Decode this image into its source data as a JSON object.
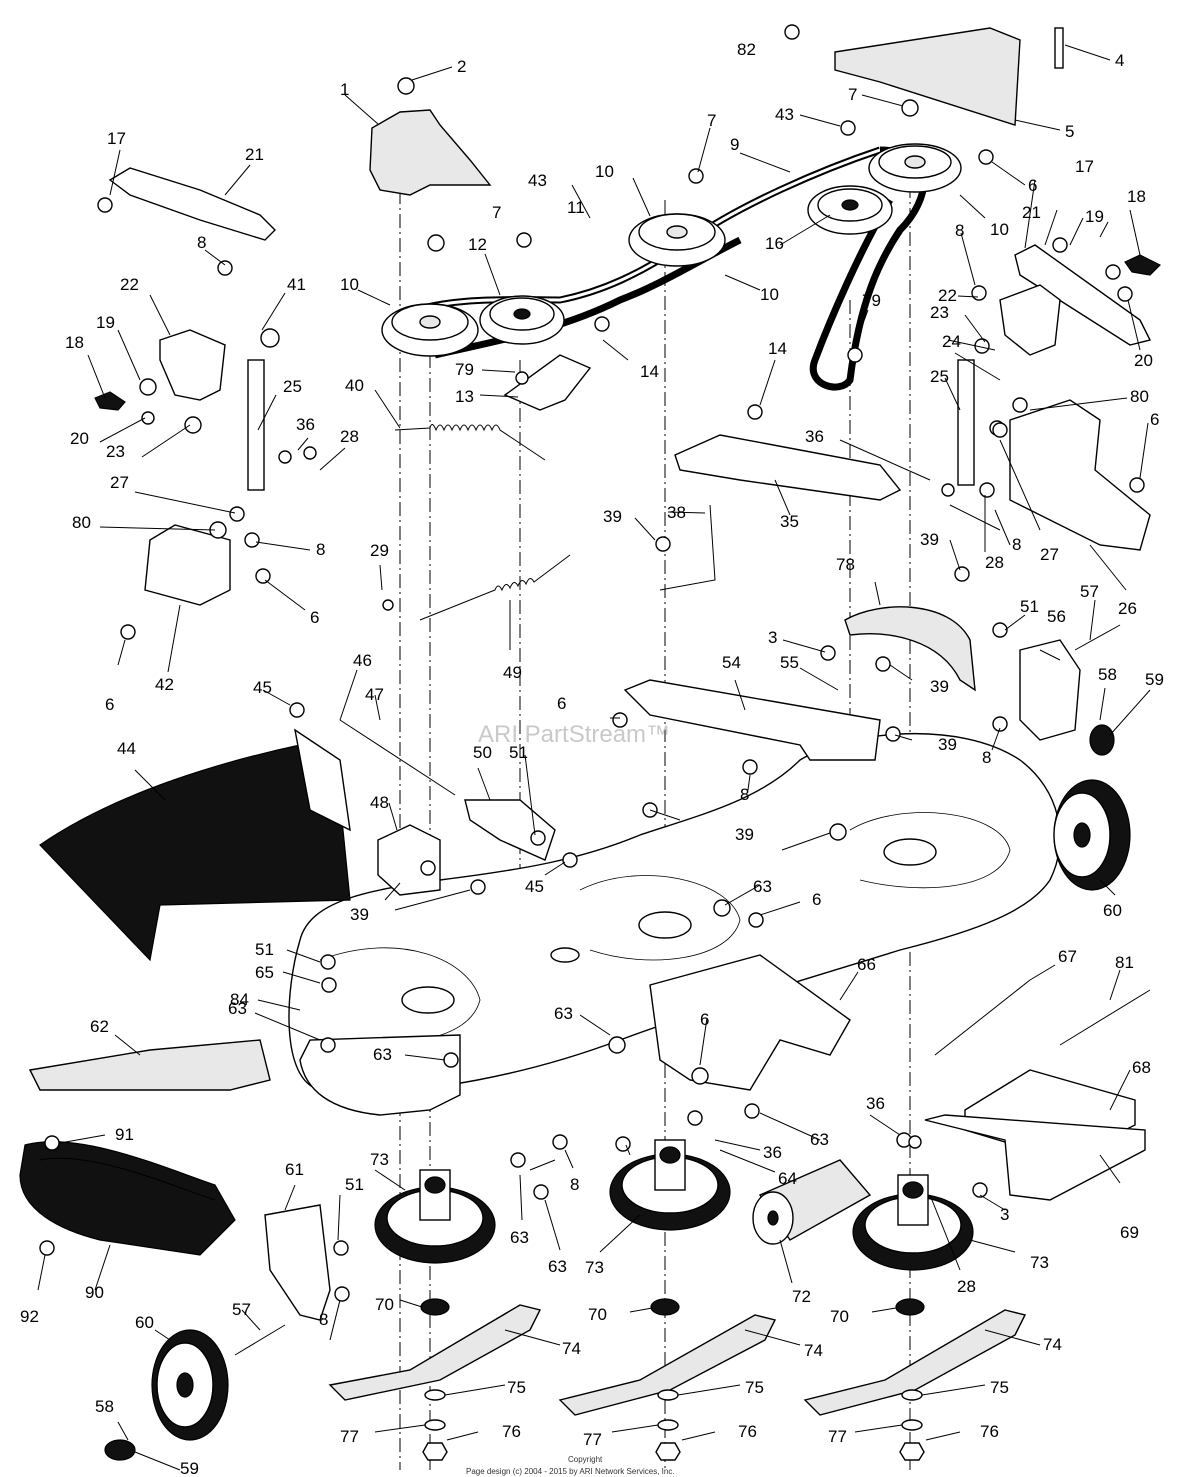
{
  "watermark": "ARI PartStream™",
  "copyright_top": "Copyright",
  "copyright": "Page design (c) 2004 - 2015 by ARI Network Services, Inc.",
  "callout_numbers": [
    "1",
    "2",
    "3",
    "4",
    "5",
    "6",
    "7",
    "8",
    "9",
    "10",
    "11",
    "12",
    "13",
    "14",
    "16",
    "17",
    "18",
    "19",
    "20",
    "21",
    "22",
    "23",
    "24",
    "25",
    "26",
    "27",
    "28",
    "29",
    "35",
    "36",
    "38",
    "39",
    "40",
    "41",
    "42",
    "43",
    "44",
    "45",
    "46",
    "47",
    "48",
    "49",
    "50",
    "51",
    "54",
    "55",
    "56",
    "57",
    "58",
    "59",
    "60",
    "61",
    "62",
    "63",
    "64",
    "65",
    "66",
    "67",
    "68",
    "69",
    "70",
    "72",
    "73",
    "74",
    "75",
    "76",
    "77",
    "78",
    "79",
    "80",
    "81",
    "82",
    "84",
    "90",
    "91",
    "92"
  ]
}
